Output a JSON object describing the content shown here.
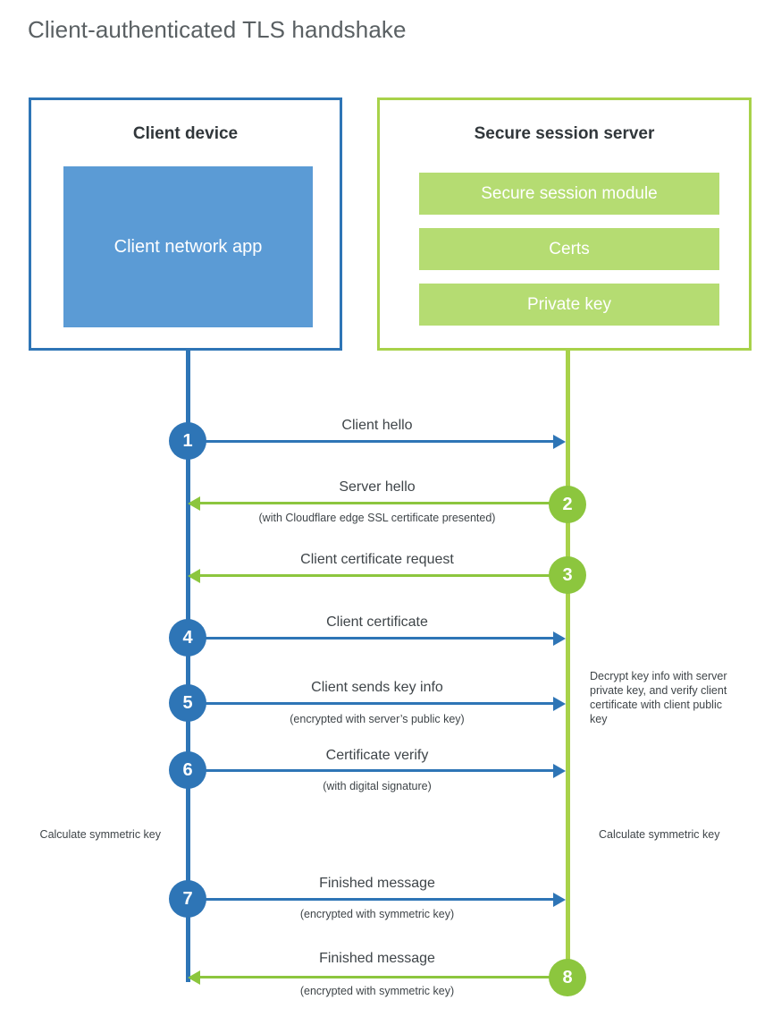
{
  "title": "Client-authenticated TLS handshake",
  "colors": {
    "client_blue": "#2e75b6",
    "client_app_fill": "#5b9bd5",
    "server_green": "#a8d24a",
    "server_bar_fill": "#b5dc72",
    "arrow_green": "#8cc63e",
    "text": "#3f4549"
  },
  "client": {
    "title": "Client device",
    "app_label": "Client network app",
    "note": "Calculate symmetric key"
  },
  "server": {
    "title": "Secure session server",
    "modules": [
      "Secure session module",
      "Certs",
      "Private key"
    ],
    "note_decrypt": "Decrypt key info with server private key, and verify client certificate with client public key",
    "note_calculate": "Calculate symmetric key"
  },
  "steps": [
    {
      "number": "1",
      "label": "Client hello",
      "sublabel": "",
      "direction": "client-to-server",
      "color": "blue"
    },
    {
      "number": "2",
      "label": "Server hello",
      "sublabel": "(with Cloudflare edge SSL certificate presented)",
      "direction": "server-to-client",
      "color": "green"
    },
    {
      "number": "3",
      "label": "Client certificate request",
      "sublabel": "",
      "direction": "server-to-client",
      "color": "green"
    },
    {
      "number": "4",
      "label": "Client certificate",
      "sublabel": "",
      "direction": "client-to-server",
      "color": "blue"
    },
    {
      "number": "5",
      "label": "Client sends key info",
      "sublabel": "(encrypted with server’s public key)",
      "direction": "client-to-server",
      "color": "blue"
    },
    {
      "number": "6",
      "label": "Certificate verify",
      "sublabel": "(with digital signature)",
      "direction": "client-to-server",
      "color": "blue"
    },
    {
      "number": "7",
      "label": "Finished message",
      "sublabel": "(encrypted with symmetric key)",
      "direction": "client-to-server",
      "color": "blue"
    },
    {
      "number": "8",
      "label": "Finished message",
      "sublabel": "(encrypted with symmetric key)",
      "direction": "server-to-client",
      "color": "green"
    }
  ]
}
